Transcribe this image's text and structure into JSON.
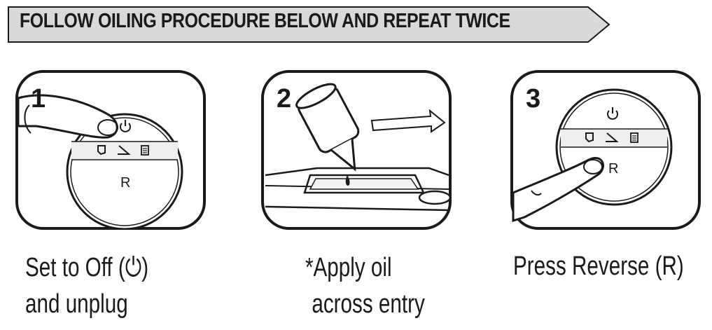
{
  "banner": {
    "title": "FOLLOW OILING PROCEDURE BELOW AND REPEAT TWICE"
  },
  "steps": [
    {
      "number": "1",
      "caption_line1": "Set to Off (⏻)",
      "caption_line2": "and unplug",
      "dial_label": "R",
      "power_icon": "power-icon"
    },
    {
      "number": "2",
      "caption_line1": "*Apply oil",
      "caption_line2": "across entry"
    },
    {
      "number": "3",
      "caption_line1": "Press Reverse (R)",
      "caption_line2": "",
      "dial_label": "R",
      "power_icon": "power-icon"
    }
  ]
}
